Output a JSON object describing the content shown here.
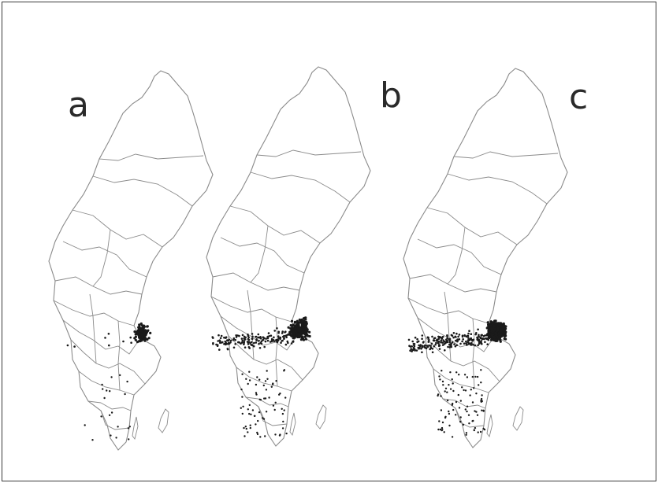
{
  "panels": [
    {
      "label": "a",
      "density": "low"
    },
    {
      "label": "b",
      "density": "medium"
    },
    {
      "label": "c",
      "density": "high"
    }
  ],
  "colors": {
    "border": "#8a8a8a",
    "points": "#1a1a1a",
    "frame": "#3a3a3a",
    "label": "#2a2a2a"
  }
}
